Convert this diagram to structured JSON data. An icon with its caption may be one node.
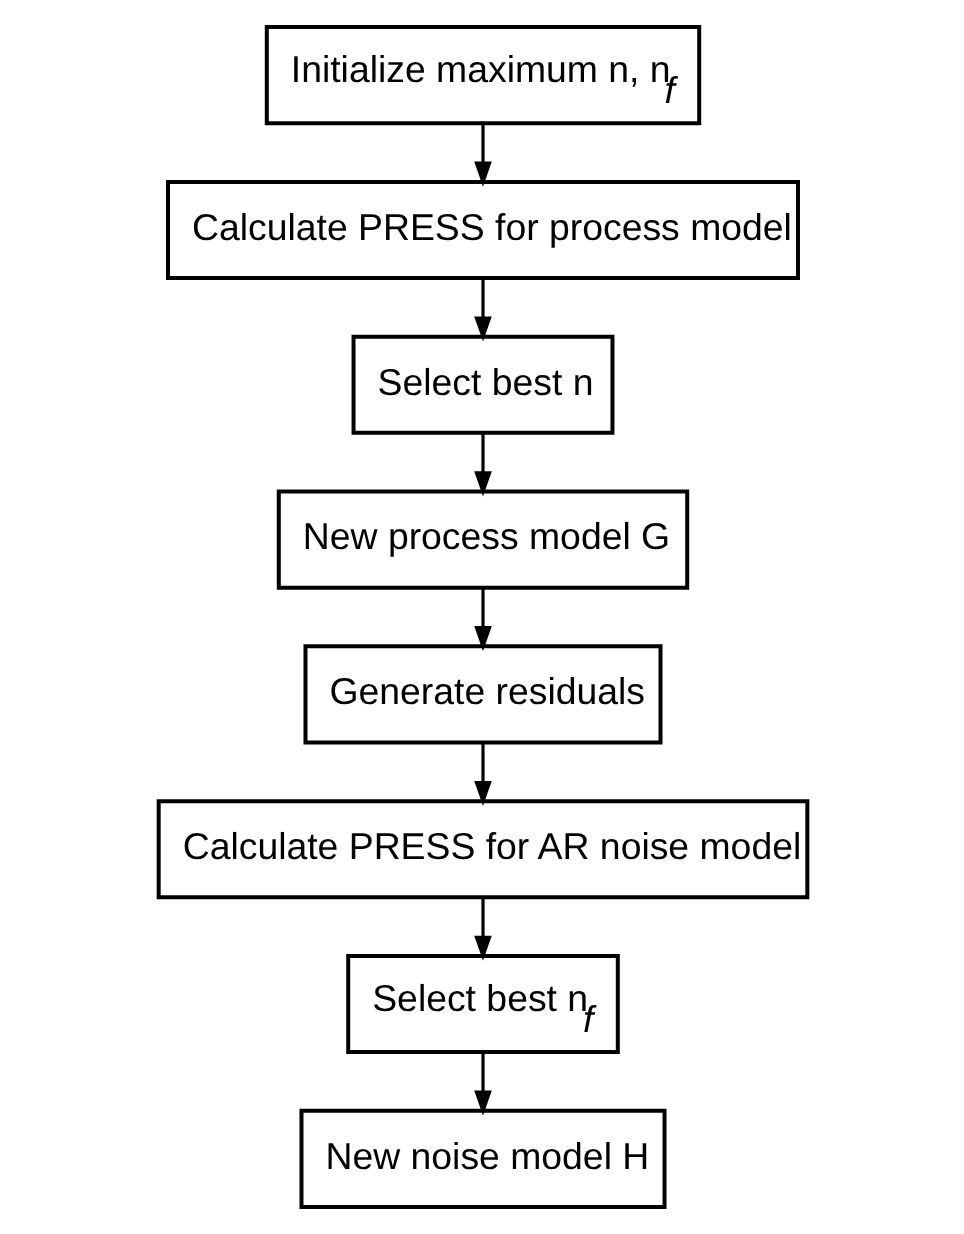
{
  "diagram": {
    "nodes": [
      {
        "text": [
          "Initialize maximum n, n$_{f}$"
        ]
      },
      {
        "text": [
          "Calculate PRESS for process model"
        ]
      },
      {
        "text": [
          "Select best n"
        ]
      },
      {
        "text": [
          "New process model G"
        ]
      },
      {
        "text": [
          "Generate residuals"
        ]
      },
      {
        "text": [
          "Calculate PRESS for AR noise model"
        ]
      },
      {
        "text": [
          "Select best n$_{f}$"
        ]
      },
      {
        "text": [
          "New noise model H"
        ]
      }
    ],
    "edges": [
      {
        "from": 0,
        "to": 1,
        "arrow": "to"
      },
      {
        "from": 1,
        "to": 2,
        "arrow": "to"
      },
      {
        "from": 2,
        "to": 3,
        "arrow": "to"
      },
      {
        "from": 3,
        "to": 4,
        "arrow": "to"
      },
      {
        "from": 4,
        "to": 5,
        "arrow": "to"
      },
      {
        "from": 5,
        "to": 6,
        "arrow": "to"
      },
      {
        "from": 6,
        "to": 7,
        "arrow": "to"
      }
    ]
  }
}
